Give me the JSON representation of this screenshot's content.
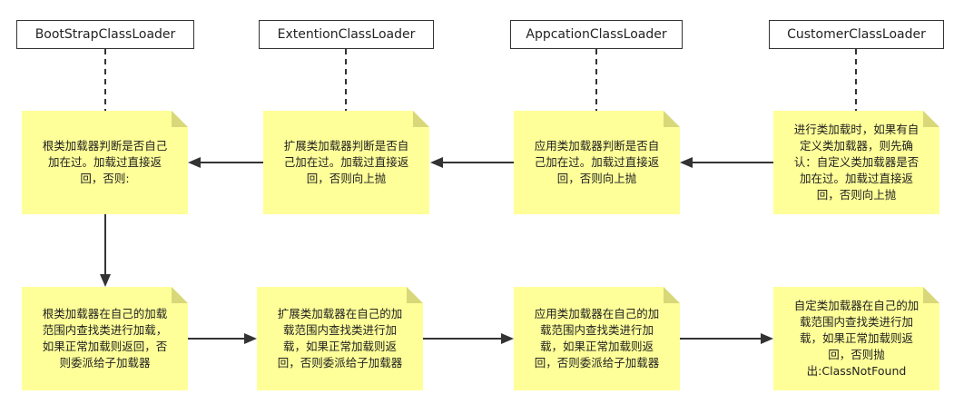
{
  "lifelines": [
    {
      "label": "BootStrapClassLoader"
    },
    {
      "label": "ExtentionClassLoader"
    },
    {
      "label": "AppcationClassLoader"
    },
    {
      "label": "CustomerClassLoader"
    }
  ],
  "top_notes": [
    {
      "text": "根类加载器判断是否自己\n加在过。加载过直接返\n回，否则:"
    },
    {
      "text": "扩展类加载器判断是否自\n己加在过。加载过直接返\n回，否则向上抛"
    },
    {
      "text": "应用类加载器判断是否自\n己加在过。加载过直接返\n回，否则向上抛"
    },
    {
      "text": "进行类加载时，如果有自\n定义类加载器，则先确\n认：自定义类加载器是否\n加在过。加载过直接返\n回，否则向上抛"
    }
  ],
  "bottom_notes": [
    {
      "text": "根类加载器在自己的加载\n范围内查找类进行加载，\n如果正常加载则返回，否\n则委派给子加载器"
    },
    {
      "text": "扩展类加载器在自己的加\n载范围内查找类进行加\n载，如果正常加载则返\n回，否则委派给子加载器"
    },
    {
      "text": "应用类加载器在自己的加\n载范围内查找类进行加\n载，如果正常加载则返\n回，否则委派给子加载器"
    },
    {
      "text": "自定类加载器在自己的加\n载范围内查找类进行加\n载，如果正常加载则返\n回，否则抛\n出:ClassNotFound"
    }
  ],
  "colors": {
    "note_fill": "#ffff99",
    "note_fold": "#d8d87a",
    "line": "#333333"
  }
}
